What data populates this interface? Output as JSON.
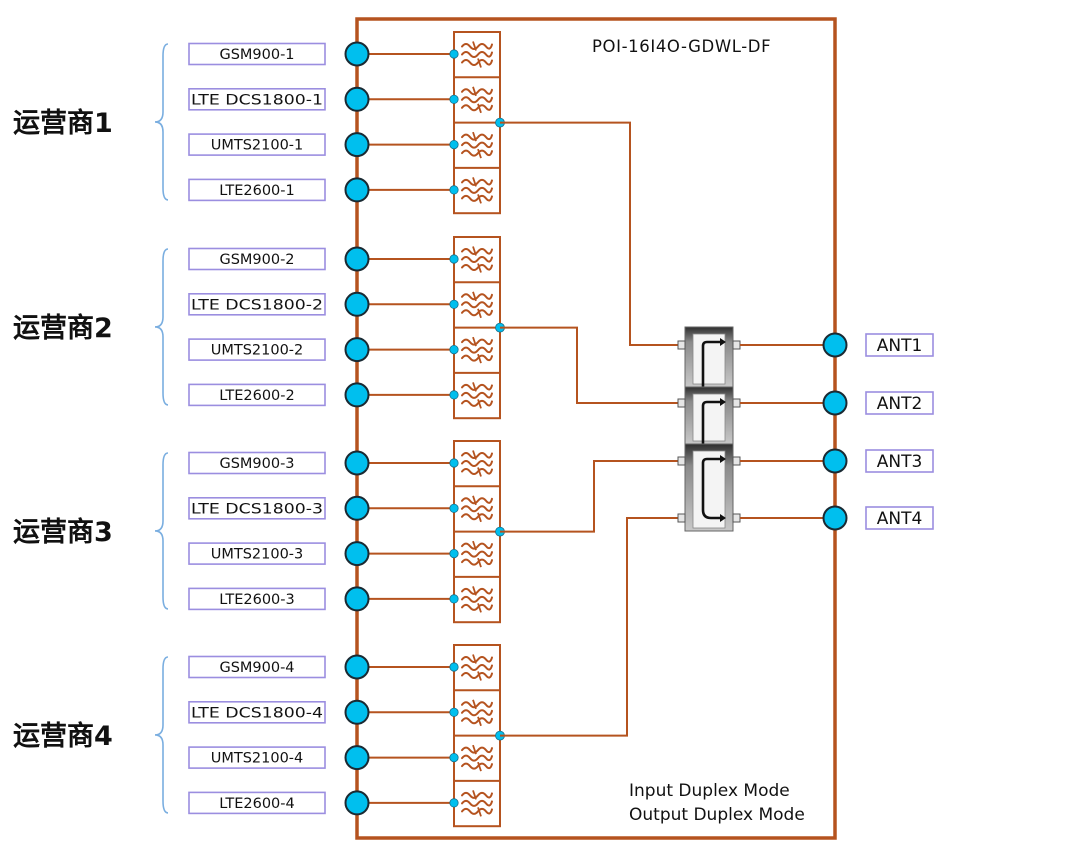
{
  "device": {
    "model": "POI-16I4O-GDWL-DF",
    "mode_lines": [
      "Input Duplex Mode",
      "Output Duplex Mode"
    ]
  },
  "colors": {
    "wire": "#b5531f",
    "port_fill": "#00bfee",
    "port_stroke": "#1a2a33",
    "label_border": "#9b8ee0",
    "brace": "#7aaee0",
    "coupler_body": "#9a9a9a"
  },
  "operators": [
    {
      "name": "运营商1",
      "bands": [
        "GSM900-1",
        "LTE DCS1800-1",
        "UMTS2100-1",
        "LTE2600-1"
      ]
    },
    {
      "name": "运营商2",
      "bands": [
        "GSM900-2",
        "LTE DCS1800-2",
        "UMTS2100-2",
        "LTE2600-2"
      ]
    },
    {
      "name": "运营商3",
      "bands": [
        "GSM900-3",
        "LTE DCS1800-3",
        "UMTS2100-3",
        "LTE2600-3"
      ]
    },
    {
      "name": "运营商4",
      "bands": [
        "GSM900-4",
        "LTE DCS1800-4",
        "UMTS2100-4",
        "LTE2600-4"
      ]
    }
  ],
  "antennas": [
    "ANT1",
    "ANT2",
    "ANT3",
    "ANT4"
  ],
  "icons": {
    "input_port": "circle-port-icon",
    "filter": "bandpass-filter-icon",
    "coupler": "hybrid-coupler-icon",
    "antenna_port": "circle-port-icon"
  }
}
